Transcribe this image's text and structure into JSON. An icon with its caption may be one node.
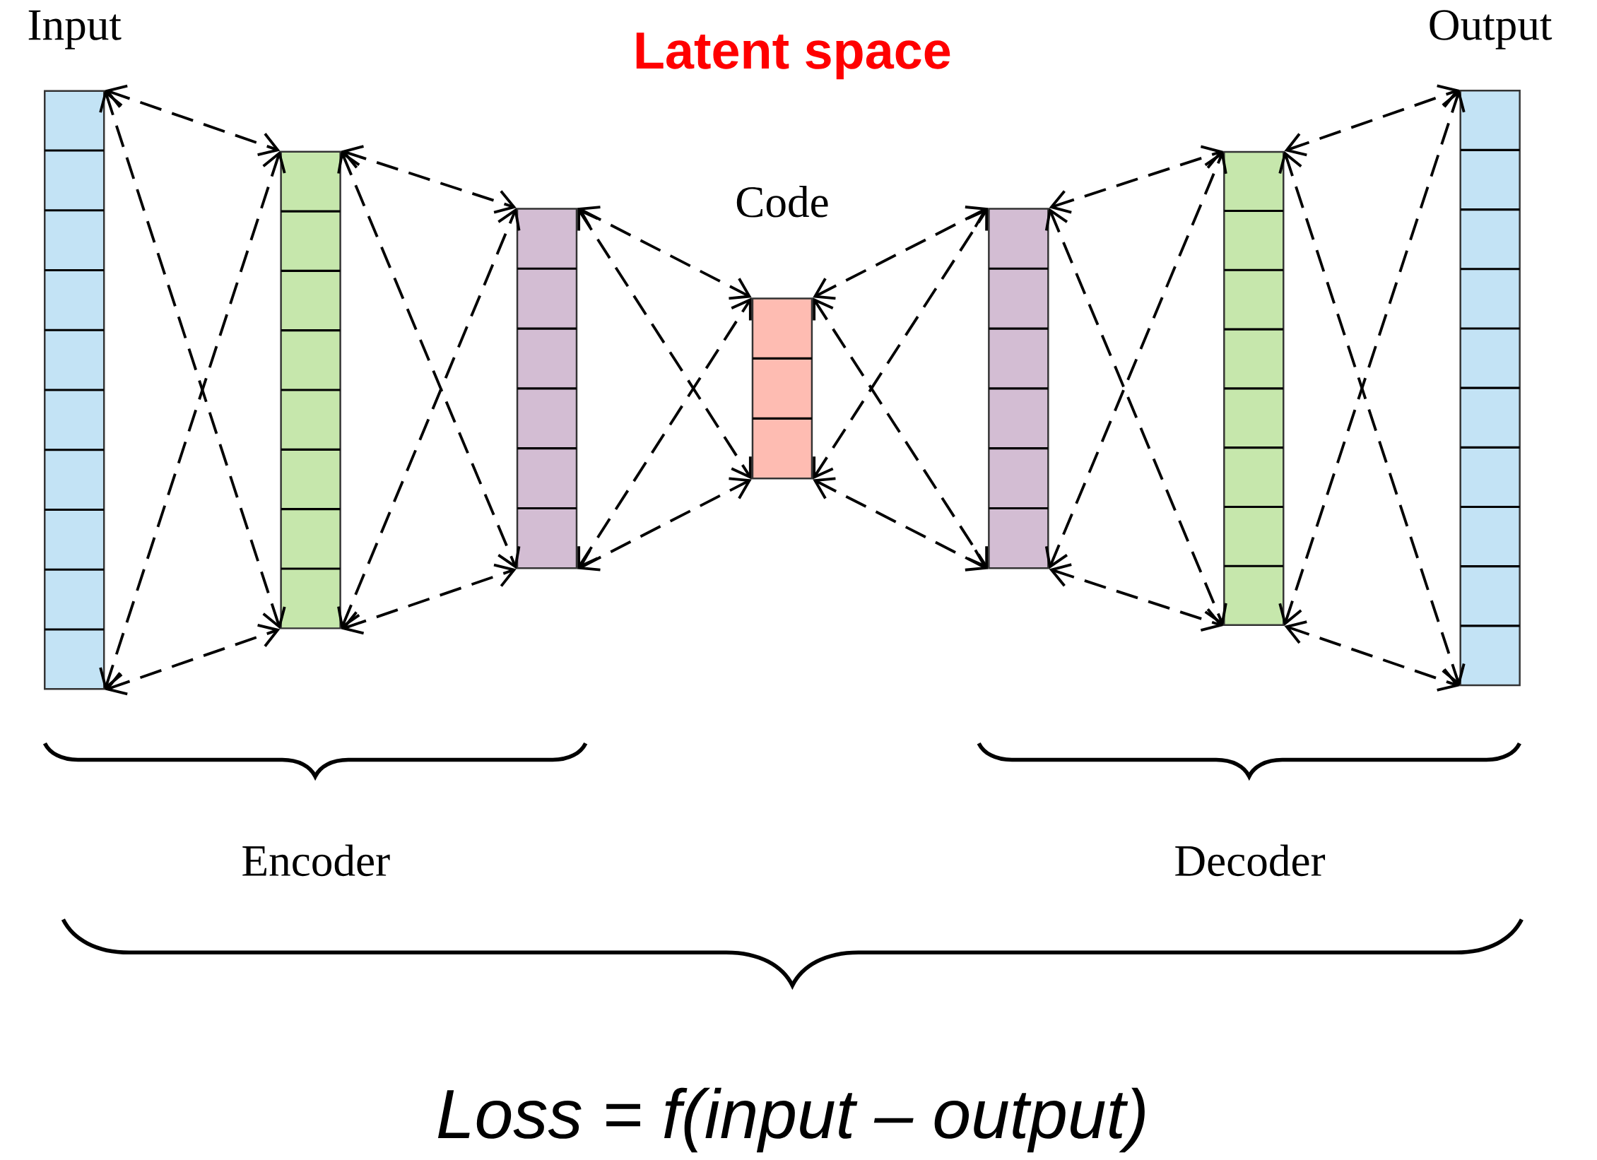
{
  "diagram": {
    "nodes": [
      {
        "text": [
          "Input"
        ]
      },
      {
        "text": [],
        "shape": "box"
      },
      {
        "text": [],
        "shape": "box"
      },
      {
        "text": [
          "Code"
        ]
      },
      {
        "text": [],
        "shape": "box"
      },
      {
        "text": [],
        "shape": "box"
      },
      {
        "text": [
          "Output"
        ]
      }
    ],
    "edges": [
      {
        "from": 0,
        "to": 1,
        "arrow": "both",
        "style": "dashed"
      },
      {
        "from": 0,
        "to": 1,
        "arrow": "both",
        "style": "dashed"
      },
      {
        "from": 0,
        "to": 1,
        "arrow": "both",
        "style": "dashed"
      },
      {
        "from": 0,
        "to": 1,
        "arrow": "both",
        "style": "dashed"
      },
      {
        "from": 1,
        "to": 2,
        "arrow": "both",
        "style": "dashed"
      },
      {
        "from": 1,
        "to": 2,
        "arrow": "both",
        "style": "dashed"
      },
      {
        "from": 1,
        "to": 2,
        "arrow": "both",
        "style": "dashed"
      },
      {
        "from": 1,
        "to": 2,
        "arrow": "both",
        "style": "dashed"
      },
      {
        "from": 2,
        "to": 3,
        "arrow": "both",
        "style": "dashed"
      },
      {
        "from": 2,
        "to": 3,
        "arrow": "both",
        "style": "dashed"
      },
      {
        "from": 2,
        "to": 3,
        "arrow": "both",
        "style": "dashed"
      },
      {
        "from": 2,
        "to": 3,
        "arrow": "both",
        "style": "dashed"
      },
      {
        "from": 3,
        "to": 4,
        "arrow": "both",
        "style": "dashed"
      },
      {
        "from": 3,
        "to": 4,
        "arrow": "both",
        "style": "dashed"
      },
      {
        "from": 3,
        "to": 4,
        "arrow": "both",
        "style": "dashed"
      },
      {
        "from": 3,
        "to": 4,
        "arrow": "both",
        "style": "dashed"
      },
      {
        "from": 4,
        "to": 5,
        "arrow": "both",
        "style": "dashed"
      },
      {
        "from": 4,
        "to": 5,
        "arrow": "both",
        "style": "dashed"
      },
      {
        "from": 4,
        "to": 5,
        "arrow": "both",
        "style": "dashed"
      },
      {
        "from": 4,
        "to": 5,
        "arrow": "both",
        "style": "dashed"
      },
      {
        "from": 5,
        "to": 6,
        "arrow": "both",
        "style": "dashed"
      },
      {
        "from": 5,
        "to": 6,
        "arrow": "both",
        "style": "dashed"
      },
      {
        "from": 5,
        "to": 6,
        "arrow": "both",
        "style": "dashed"
      },
      {
        "from": 5,
        "to": 6,
        "arrow": "both",
        "style": "dashed"
      }
    ],
    "labels": [
      "Latent space",
      "Encoder",
      "Decoder",
      "Loss = f(input – output)"
    ]
  }
}
